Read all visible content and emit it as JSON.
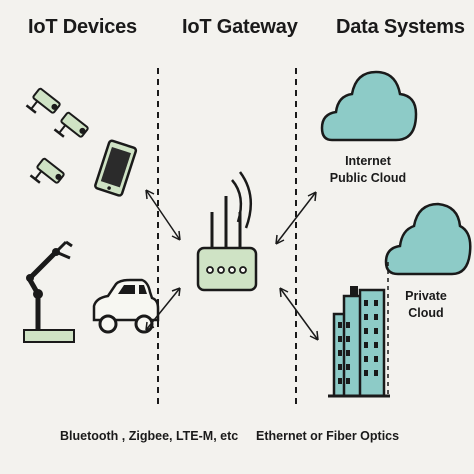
{
  "headers": {
    "devices": "IoT Devices",
    "gateway": "IoT Gateway",
    "systems": "Data Systems"
  },
  "clouds": {
    "internet_line1": "Internet",
    "internet_line2": "Public Cloud",
    "private_line1": "Private",
    "private_line2": "Cloud"
  },
  "footer": {
    "left_protocols": "Bluetooth , Zigbee, LTE-M, etc",
    "right_protocols": "Ethernet or Fiber Optics"
  },
  "colors": {
    "accent_green": "#cfe3c5",
    "cloud_fill": "#8dcbc7",
    "building_fill": "#8dcbc7",
    "outline": "#1a1a1a",
    "background": "#f3f2ee"
  },
  "icons": [
    "security-camera-icon",
    "tablet-icon",
    "robot-arm-icon",
    "car-icon",
    "router-icon",
    "cloud-icon",
    "office-building-icon"
  ]
}
